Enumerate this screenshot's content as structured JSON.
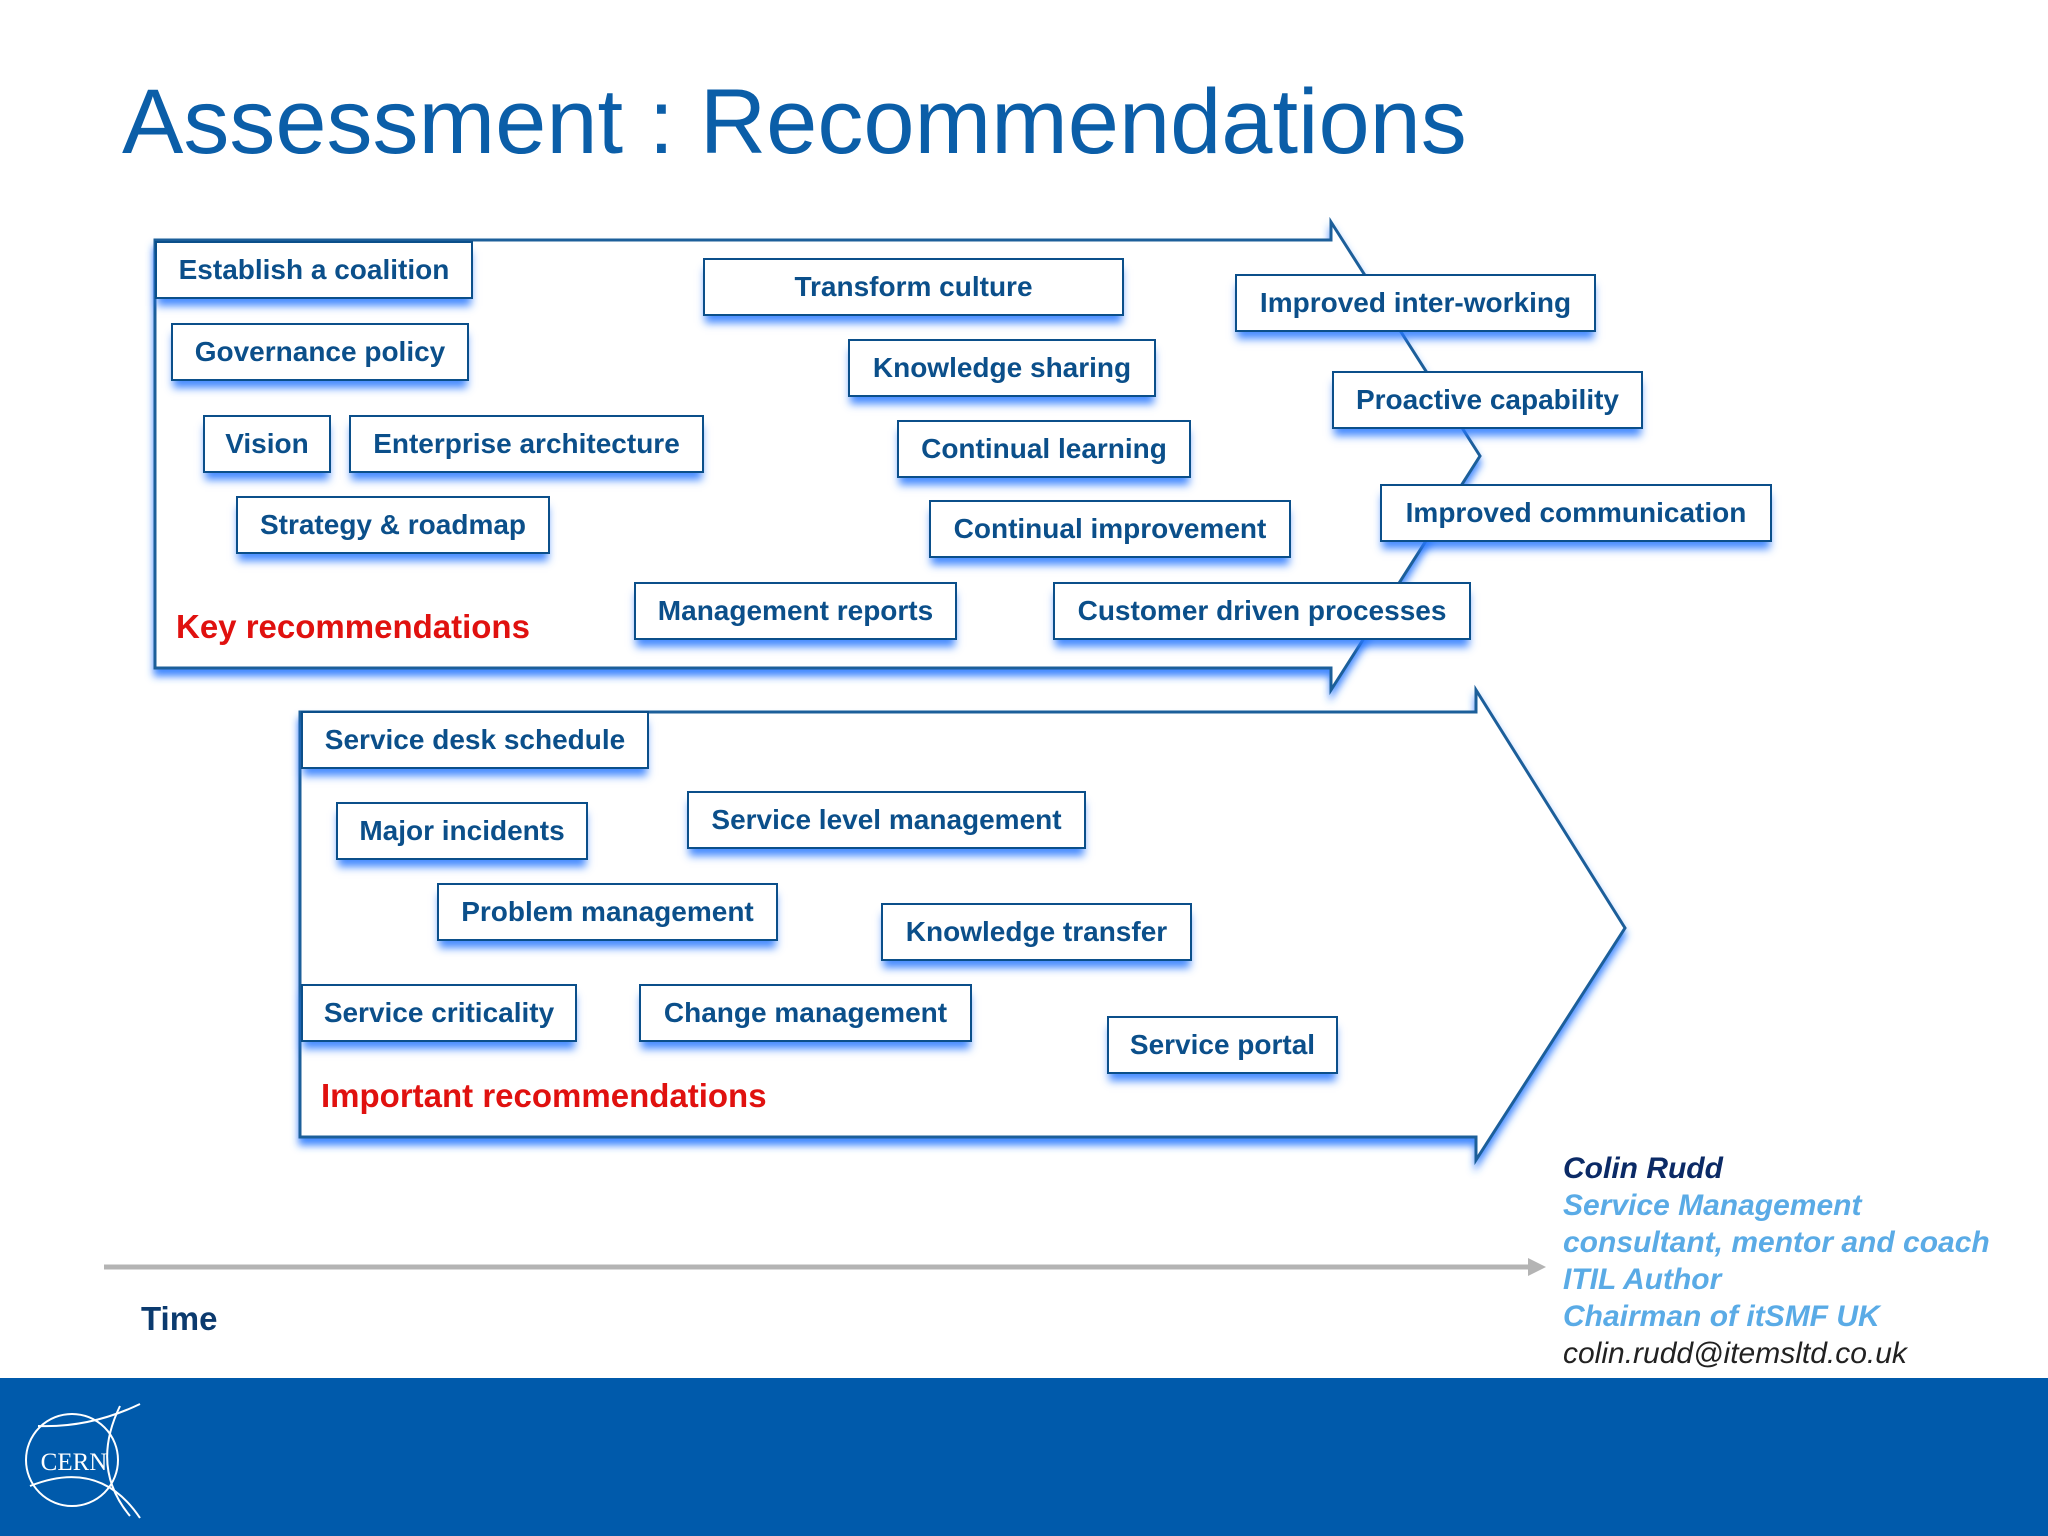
{
  "title": "Assessment : Recommendations",
  "key": {
    "label": "Key recommendations",
    "items": [
      "Establish a coalition",
      "Governance policy",
      "Vision",
      "Enterprise architecture",
      "Strategy & roadmap",
      "Transform culture",
      "Knowledge sharing",
      "Continual learning",
      "Continual improvement",
      "Management reports",
      "Customer driven processes",
      "Improved inter-working",
      "Proactive capability",
      "Improved communication"
    ]
  },
  "important": {
    "label": "Important recommendations",
    "items": [
      "Service desk schedule",
      "Major incidents",
      "Service level management",
      "Problem management",
      "Knowledge transfer",
      "Service criticality",
      "Change management",
      "Service portal"
    ]
  },
  "axis": {
    "label": "Time"
  },
  "author": {
    "name": "Colin Rudd",
    "lines": [
      "Service Management",
      "consultant, mentor and coach",
      "ITIL Author",
      "Chairman of itSMF UK"
    ],
    "email": "colin.rudd@itemsltd.co.uk"
  },
  "logo": {
    "text": "CERN"
  },
  "colors": {
    "title": "#0b5ea8",
    "box_border": "#0b4f8a",
    "box_glow": "#2878ff",
    "group_label": "#e0110f",
    "footer": "#005aab"
  }
}
